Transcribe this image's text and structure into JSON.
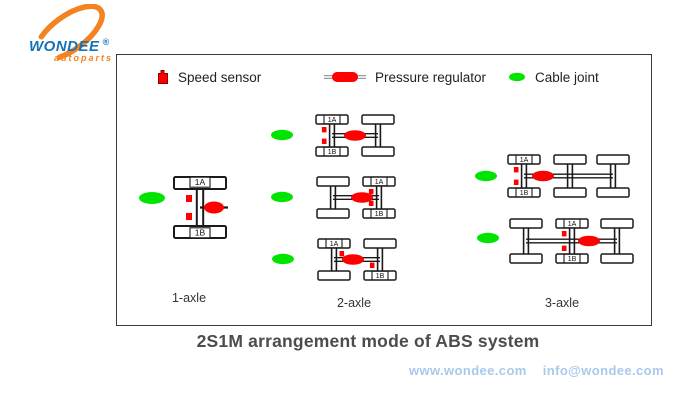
{
  "logo": {
    "brand": "WONDEE",
    "registered": "®",
    "sub": "autoparts"
  },
  "legend": [
    {
      "icon": "speed-sensor-icon",
      "label": "Speed sensor"
    },
    {
      "icon": "pressure-regulator-icon",
      "label": "Pressure regulator"
    },
    {
      "icon": "cable-joint-icon",
      "label": "Cable joint"
    }
  ],
  "caption": "2S1M arrangement mode of ABS system",
  "footer": {
    "website": "www.wondee.com",
    "email": "info@wondee.com"
  },
  "colors": {
    "sensor_red": "#ff0000",
    "regulator_red": "#ff0000",
    "cable_green": "#00e400",
    "diagram_line": "#1a1a1a",
    "caption_gray": "#4c4c4c",
    "footer_blue": "#a9c9ec",
    "logo_orange": "#f58220",
    "logo_blue": "#1273b9"
  },
  "diagram": {
    "groups": [
      {
        "label": "1-axle",
        "variants": [
          {
            "axles": 1,
            "labels": {
              "top": "1A",
              "bottom": "1B"
            },
            "top_label_axle": 0,
            "bottom_label_axle": 0,
            "sensors": [
              {
                "axle": 0,
                "pos": "top",
                "side": "left"
              },
              {
                "axle": 0,
                "pos": "bottom",
                "side": "left"
              }
            ],
            "regulator": "right-of-axle-1"
          }
        ]
      },
      {
        "label": "2-axle",
        "variants": [
          {
            "axles": 2,
            "labels": {
              "top": "1A",
              "bottom": "1B"
            },
            "top_label_axle": 0,
            "bottom_label_axle": 0,
            "sensors": [
              {
                "axle": 0,
                "pos": "top",
                "side": "left"
              },
              {
                "axle": 0,
                "pos": "bottom",
                "side": "left"
              }
            ],
            "regulator": "between-axle-1-2"
          },
          {
            "axles": 2,
            "labels": {
              "top": "1A",
              "bottom": "1B"
            },
            "top_label_axle": 1,
            "bottom_label_axle": 1,
            "sensors": [
              {
                "axle": 1,
                "pos": "top",
                "side": "left"
              },
              {
                "axle": 1,
                "pos": "bottom",
                "side": "left"
              }
            ],
            "regulator": "between-axle-1-2"
          },
          {
            "axles": 2,
            "labels": {
              "top": "1A",
              "bottom": "1B"
            },
            "top_label_axle": 0,
            "bottom_label_axle": 1,
            "sensors": [
              {
                "axle": 0,
                "pos": "top",
                "side": "right"
              },
              {
                "axle": 1,
                "pos": "bottom",
                "side": "left"
              }
            ],
            "regulator": "between-axle-1-2"
          }
        ]
      },
      {
        "label": "3-axle",
        "variants": [
          {
            "axles": 3,
            "labels": {
              "top": "1A",
              "bottom": "1B"
            },
            "top_label_axle": 0,
            "bottom_label_axle": 0,
            "sensors": [
              {
                "axle": 0,
                "pos": "top",
                "side": "left"
              },
              {
                "axle": 0,
                "pos": "bottom",
                "side": "left"
              }
            ],
            "regulator": "between-axle-1-2"
          },
          {
            "axles": 3,
            "labels": {
              "top": "1A",
              "bottom": "1B"
            },
            "top_label_axle": 1,
            "bottom_label_axle": 1,
            "sensors": [
              {
                "axle": 1,
                "pos": "top",
                "side": "left"
              },
              {
                "axle": 1,
                "pos": "bottom",
                "side": "left"
              }
            ],
            "regulator": "between-axle-2-3"
          }
        ]
      }
    ]
  }
}
